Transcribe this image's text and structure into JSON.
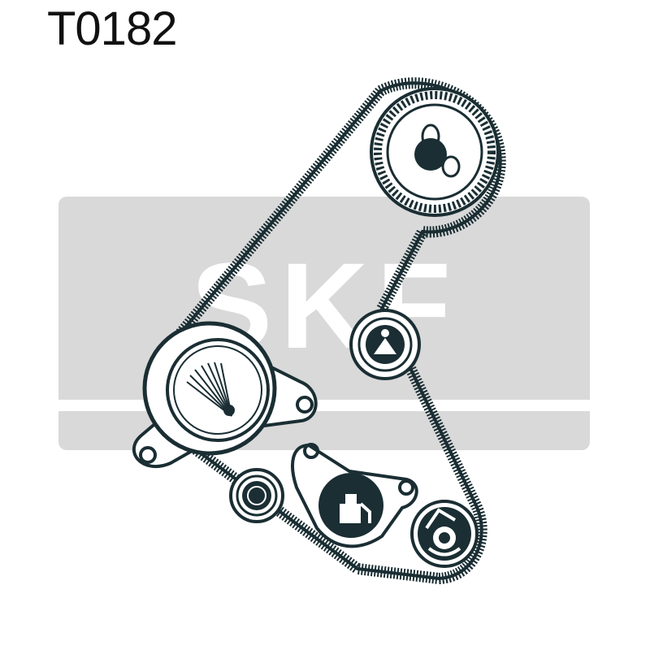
{
  "header": {
    "part_number": "T0182"
  },
  "logo": {
    "text": "SKF",
    "background_color": "#d9d9d9",
    "text_color": "#ffffff"
  },
  "diagram": {
    "line_color": "#1a2e33",
    "components": [
      {
        "name": "camshaft-sprocket",
        "icon": "camshaft-sprocket-icon"
      },
      {
        "name": "idler-pulley-upper",
        "icon": "idler-pulley-icon"
      },
      {
        "name": "tensioner-pulley",
        "icon": "tensioner-icon"
      },
      {
        "name": "idler-pulley-lower",
        "icon": "idler-pulley-icon"
      },
      {
        "name": "water-pump",
        "icon": "water-pump-icon"
      },
      {
        "name": "crankshaft-sprocket",
        "icon": "crankshaft-sprocket-icon"
      }
    ]
  }
}
